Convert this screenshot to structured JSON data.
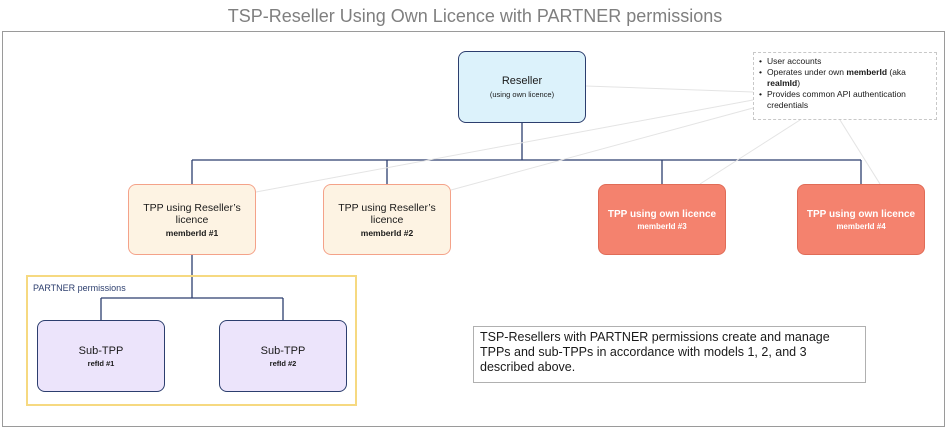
{
  "title": "TSP-Reseller Using Own Licence with PARTNER permissions",
  "reseller": {
    "label": "Reseller",
    "sublabel": "(using own licence)"
  },
  "tpps": [
    {
      "label": "TPP using Reseller’s licence",
      "id": "memberId #1"
    },
    {
      "label": "TPP using Reseller’s licence",
      "id": "memberId #2"
    },
    {
      "label": "TPP using own licence",
      "id": "memberId #3"
    },
    {
      "label": "TPP using own licence",
      "id": "memberId #4"
    }
  ],
  "partner": {
    "label": "PARTNER permissions",
    "subs": [
      {
        "label": "Sub-TPP",
        "id": "refId #1"
      },
      {
        "label": "Sub-TPP",
        "id": "refId #2"
      }
    ]
  },
  "notes": {
    "item1": "User accounts",
    "item2_prefix": "Operates under own ",
    "item2_bold1": "memberId",
    "item2_mid": " (aka ",
    "item2_bold2": "realmId",
    "item2_suffix": ")",
    "item3": "Provides common API authentication credentials"
  },
  "caption": "TSP-Resellers with PARTNER permissions create and manage TPPs and sub-TPPs in accordance with models 1, 2, and 3 described above.",
  "colors": {
    "connector": "#2c3e6e",
    "reseller_fill": "#dcf2fb",
    "tpp_reseller_fill": "#fdf3e3",
    "tpp_own_fill": "#f4826e",
    "sub_fill": "#ece4fb",
    "partner_border": "#f6d981"
  }
}
